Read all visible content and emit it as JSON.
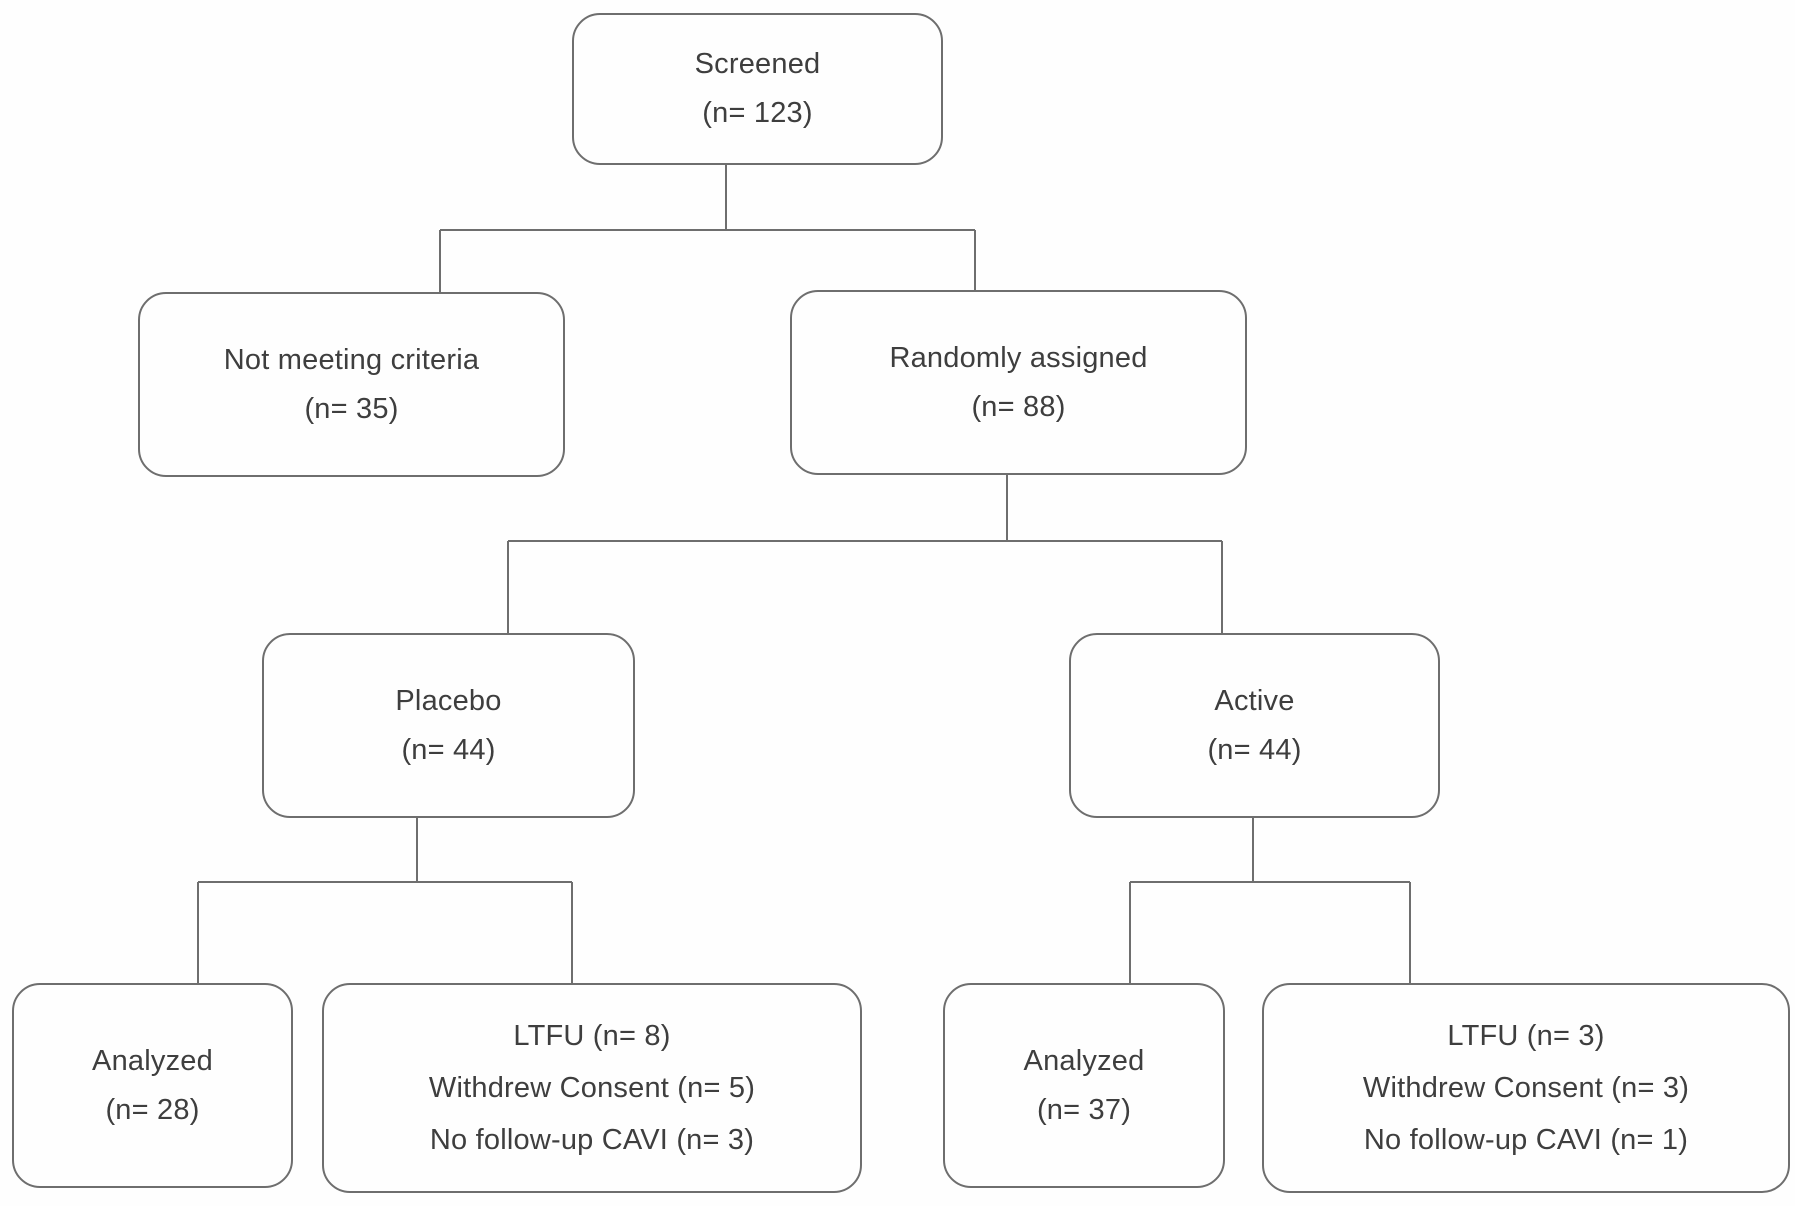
{
  "diagram": {
    "type": "flowchart",
    "colors": {
      "box_border": "#6e6e6e",
      "text": "#3e3e3e",
      "background": "#fefefe"
    },
    "nodes": {
      "screened": {
        "lines": [
          "Screened",
          "(n= 123)"
        ]
      },
      "not_meeting": {
        "lines": [
          "Not meeting criteria",
          "(n= 35)"
        ]
      },
      "randomized": {
        "lines": [
          "Randomly assigned",
          "(n= 88)"
        ]
      },
      "placebo": {
        "lines": [
          "Placebo",
          "(n= 44)"
        ]
      },
      "active": {
        "lines": [
          "Active",
          "(n= 44)"
        ]
      },
      "placebo_analyzed": {
        "lines": [
          "Analyzed",
          "(n= 28)"
        ]
      },
      "placebo_excluded": {
        "lines": [
          "LTFU (n= 8)",
          "Withdrew Consent (n= 5)",
          "No follow-up CAVI (n= 3)"
        ]
      },
      "active_analyzed": {
        "lines": [
          "Analyzed",
          "(n= 37)"
        ]
      },
      "active_excluded": {
        "lines": [
          "LTFU (n= 3)",
          "Withdrew Consent (n= 3)",
          "No follow-up CAVI (n= 1)"
        ]
      }
    },
    "edges": [
      {
        "from": "screened",
        "to": [
          "not_meeting",
          "randomized"
        ]
      },
      {
        "from": "randomized",
        "to": [
          "placebo",
          "active"
        ]
      },
      {
        "from": "placebo",
        "to": [
          "placebo_analyzed",
          "placebo_excluded"
        ]
      },
      {
        "from": "active",
        "to": [
          "active_analyzed",
          "active_excluded"
        ]
      }
    ]
  }
}
